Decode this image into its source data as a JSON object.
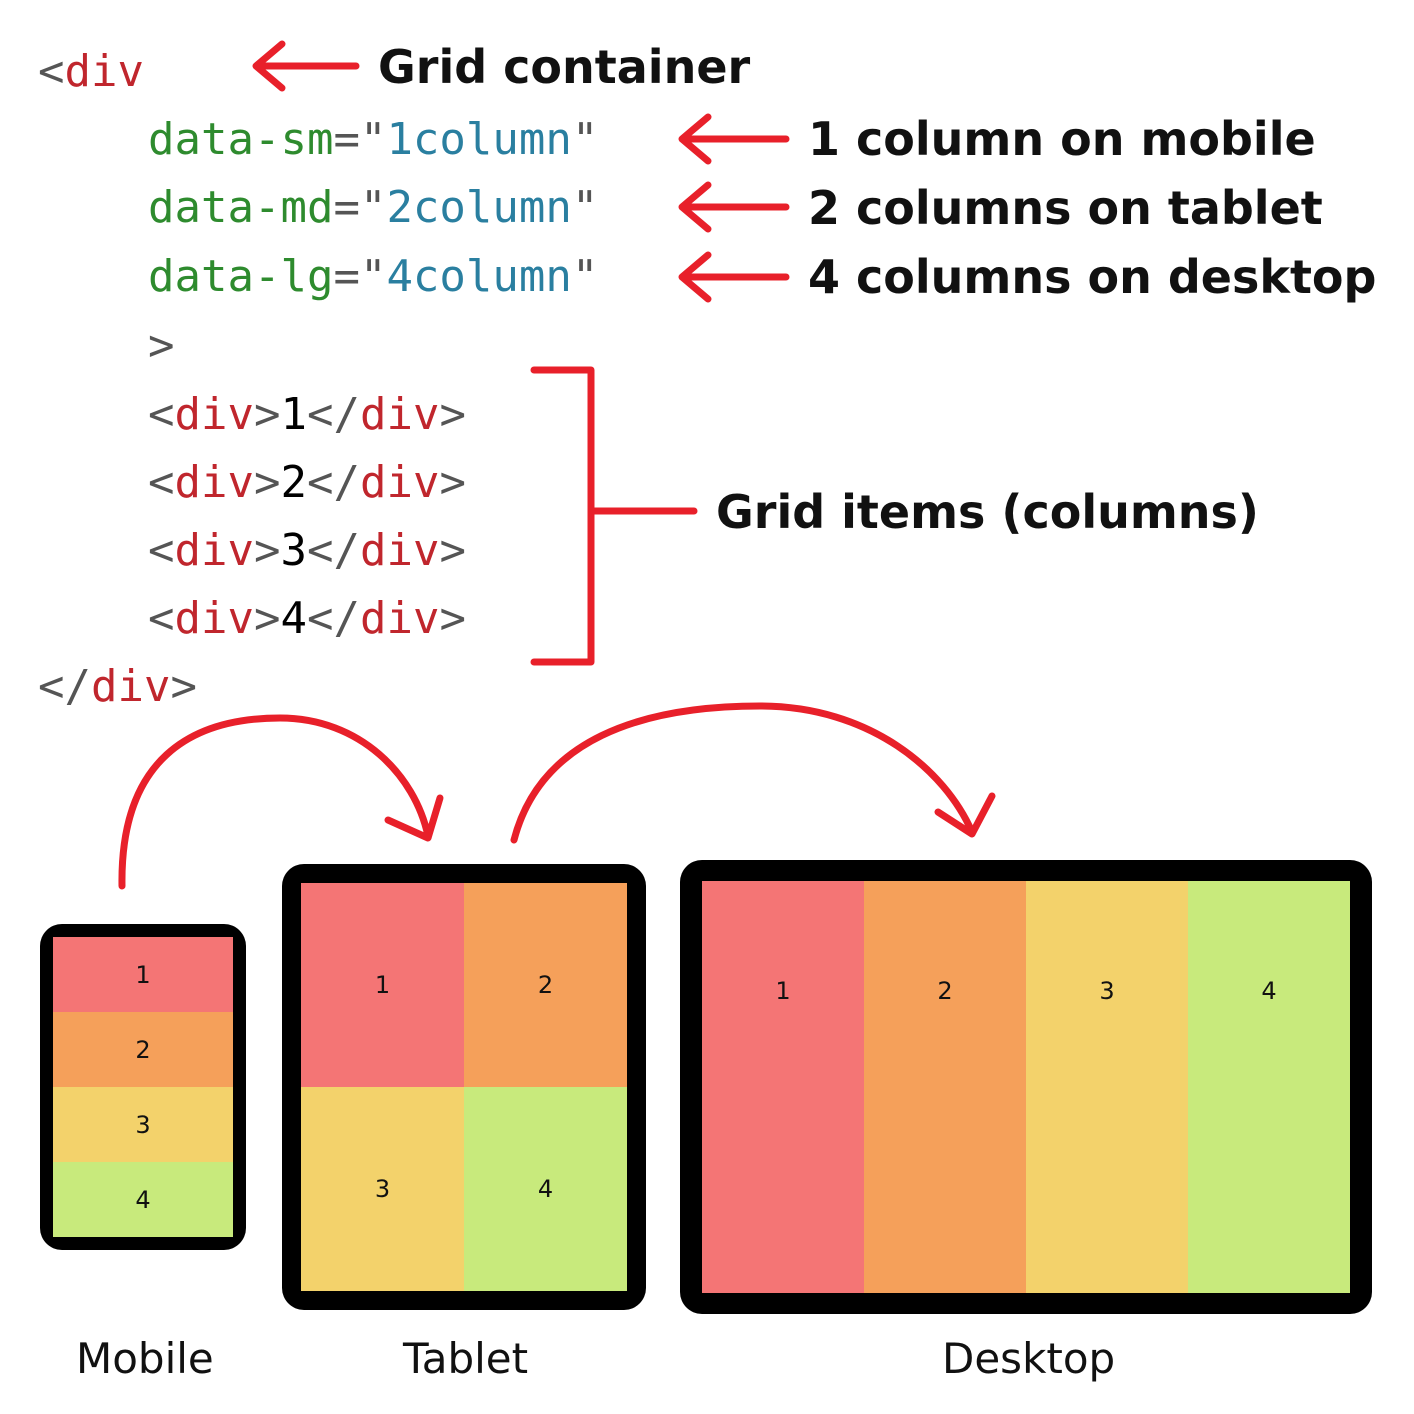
{
  "code": {
    "open_bracket": "<",
    "close_bracket": ">",
    "close_slash": "</",
    "div_tag": "div",
    "attr_sm": "data-sm",
    "attr_md": "data-md",
    "attr_lg": "data-lg",
    "equals": "=",
    "quote": "\"",
    "val_sm": "1column",
    "val_md": "2column",
    "val_lg": "4column",
    "items": [
      "1",
      "2",
      "3",
      "4"
    ]
  },
  "annotations": {
    "grid_container": "Grid container",
    "sm": "1 column on mobile",
    "md": "2 columns on tablet",
    "lg": "4 columns on desktop",
    "grid_items": "Grid items (columns)"
  },
  "devices": {
    "mobile": {
      "label": "Mobile",
      "columns": 1,
      "cells": [
        "1",
        "2",
        "3",
        "4"
      ]
    },
    "tablet": {
      "label": "Tablet",
      "columns": 2,
      "cells": [
        "1",
        "2",
        "3",
        "4"
      ]
    },
    "desktop": {
      "label": "Desktop",
      "columns": 4,
      "cells": [
        "1",
        "2",
        "3",
        "4"
      ]
    }
  },
  "colors": {
    "cell_1": "#f47575",
    "cell_2": "#f5a05a",
    "cell_3": "#f3d26b",
    "cell_4": "#c8ea7c",
    "arrow": "#e8202a",
    "device_frame": "#000000"
  }
}
